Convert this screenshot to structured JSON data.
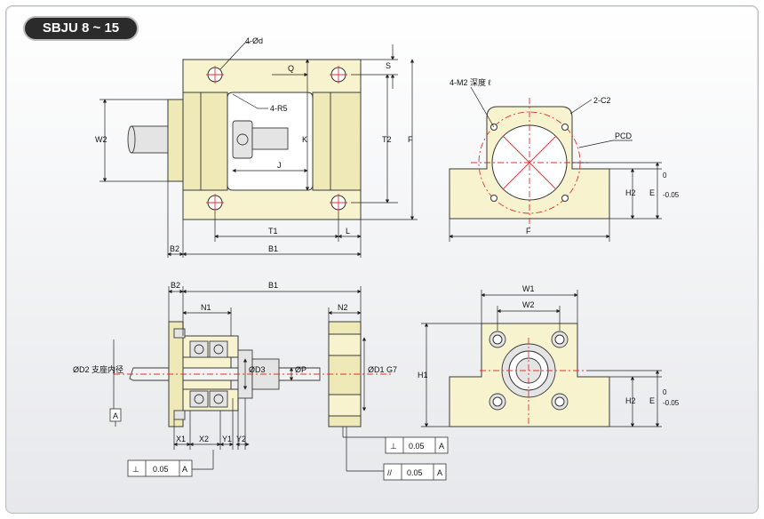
{
  "title": "SBJU 8 ~ 15",
  "top_left_view": {
    "hole_label": "4-Ød",
    "radius_label": "4-R5",
    "dims": {
      "q": "Q",
      "s": "S",
      "k": "K",
      "j": "J",
      "t2": "T2",
      "f": "F",
      "w2": "W2",
      "t1": "T1",
      "l": "L",
      "b2": "B2",
      "b1": "B1"
    }
  },
  "top_right_view": {
    "tap_label": "4-M2 深度 ℓ",
    "chamfer_label": "2-C2",
    "pcd_label": "PCD",
    "dims": {
      "h2": "H2",
      "e": "E",
      "e_tol_upper": "0",
      "e_tol_lower": "-0.05",
      "f": "F"
    }
  },
  "bottom_left_view": {
    "dims": {
      "b2": "B2",
      "b1": "B1",
      "n1": "N1",
      "n2": "N2",
      "x1": "X1",
      "x2": "X2",
      "y1": "Y1",
      "y2": "Y2"
    },
    "bore_label": "ØD2 支座内径",
    "d3_label": "ØD3",
    "p_label": "ØP",
    "d1_label": "ØD1 G7",
    "datum": "A",
    "tolerances": [
      {
        "symbol": "⊥",
        "value": "0.05",
        "datum": "A"
      },
      {
        "symbol": "⊥",
        "value": "0.05",
        "datum": "A"
      },
      {
        "symbol": "//",
        "value": "0.05",
        "datum": "A"
      }
    ]
  },
  "bottom_right_view": {
    "dims": {
      "w1": "W1",
      "w2": "W2",
      "h1": "H1",
      "h2": "H2",
      "e": "E",
      "e_tol_upper": "0",
      "e_tol_lower": "-0.05"
    }
  }
}
